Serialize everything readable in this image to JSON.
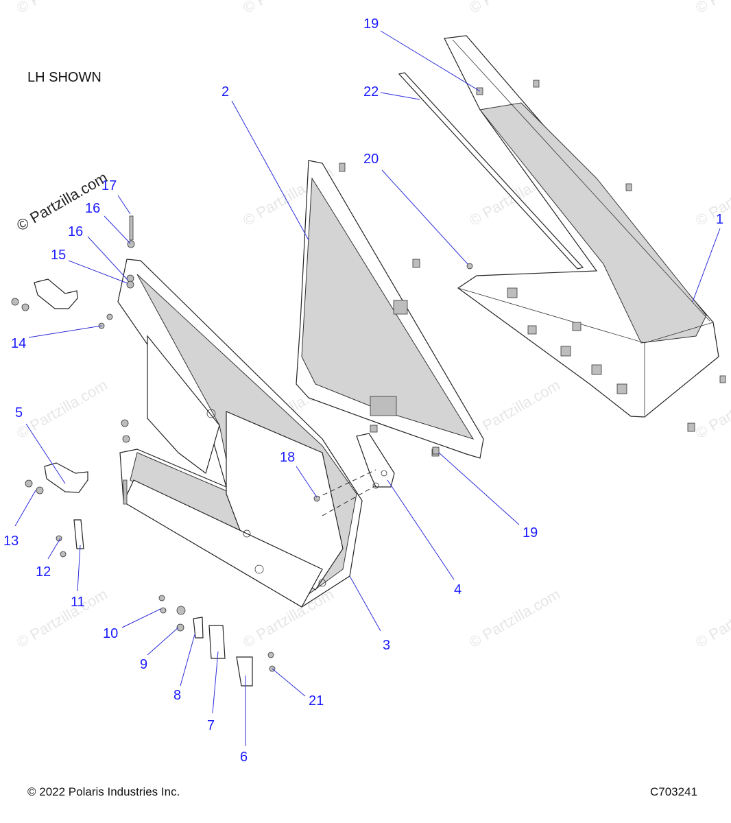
{
  "header": {
    "view_note": "LH SHOWN"
  },
  "watermark": {
    "logo_text": "© Partzilla.com",
    "light_text": "© Partzilla.com"
  },
  "footer": {
    "copyright": "© 2022 Polaris Industries Inc.",
    "figure_code": "C703241"
  },
  "callouts": [
    {
      "id": "c1",
      "label": "1"
    },
    {
      "id": "c2",
      "label": "2"
    },
    {
      "id": "c3",
      "label": "3"
    },
    {
      "id": "c4",
      "label": "4"
    },
    {
      "id": "c5",
      "label": "5"
    },
    {
      "id": "c6",
      "label": "6"
    },
    {
      "id": "c7",
      "label": "7"
    },
    {
      "id": "c8",
      "label": "8"
    },
    {
      "id": "c9",
      "label": "9"
    },
    {
      "id": "c10",
      "label": "10"
    },
    {
      "id": "c11",
      "label": "11"
    },
    {
      "id": "c12",
      "label": "12"
    },
    {
      "id": "c13",
      "label": "13"
    },
    {
      "id": "c14",
      "label": "14"
    },
    {
      "id": "c15",
      "label": "15"
    },
    {
      "id": "c16a",
      "label": "16"
    },
    {
      "id": "c16b",
      "label": "16"
    },
    {
      "id": "c17",
      "label": "17"
    },
    {
      "id": "c18",
      "label": "18"
    },
    {
      "id": "c19a",
      "label": "19"
    },
    {
      "id": "c19b",
      "label": "19"
    },
    {
      "id": "c20",
      "label": "20"
    },
    {
      "id": "c21",
      "label": "21"
    },
    {
      "id": "c22",
      "label": "22"
    }
  ],
  "colors": {
    "callout": "#1a1aff",
    "line_art": "#222222",
    "watermark": "#e6e6e6"
  }
}
